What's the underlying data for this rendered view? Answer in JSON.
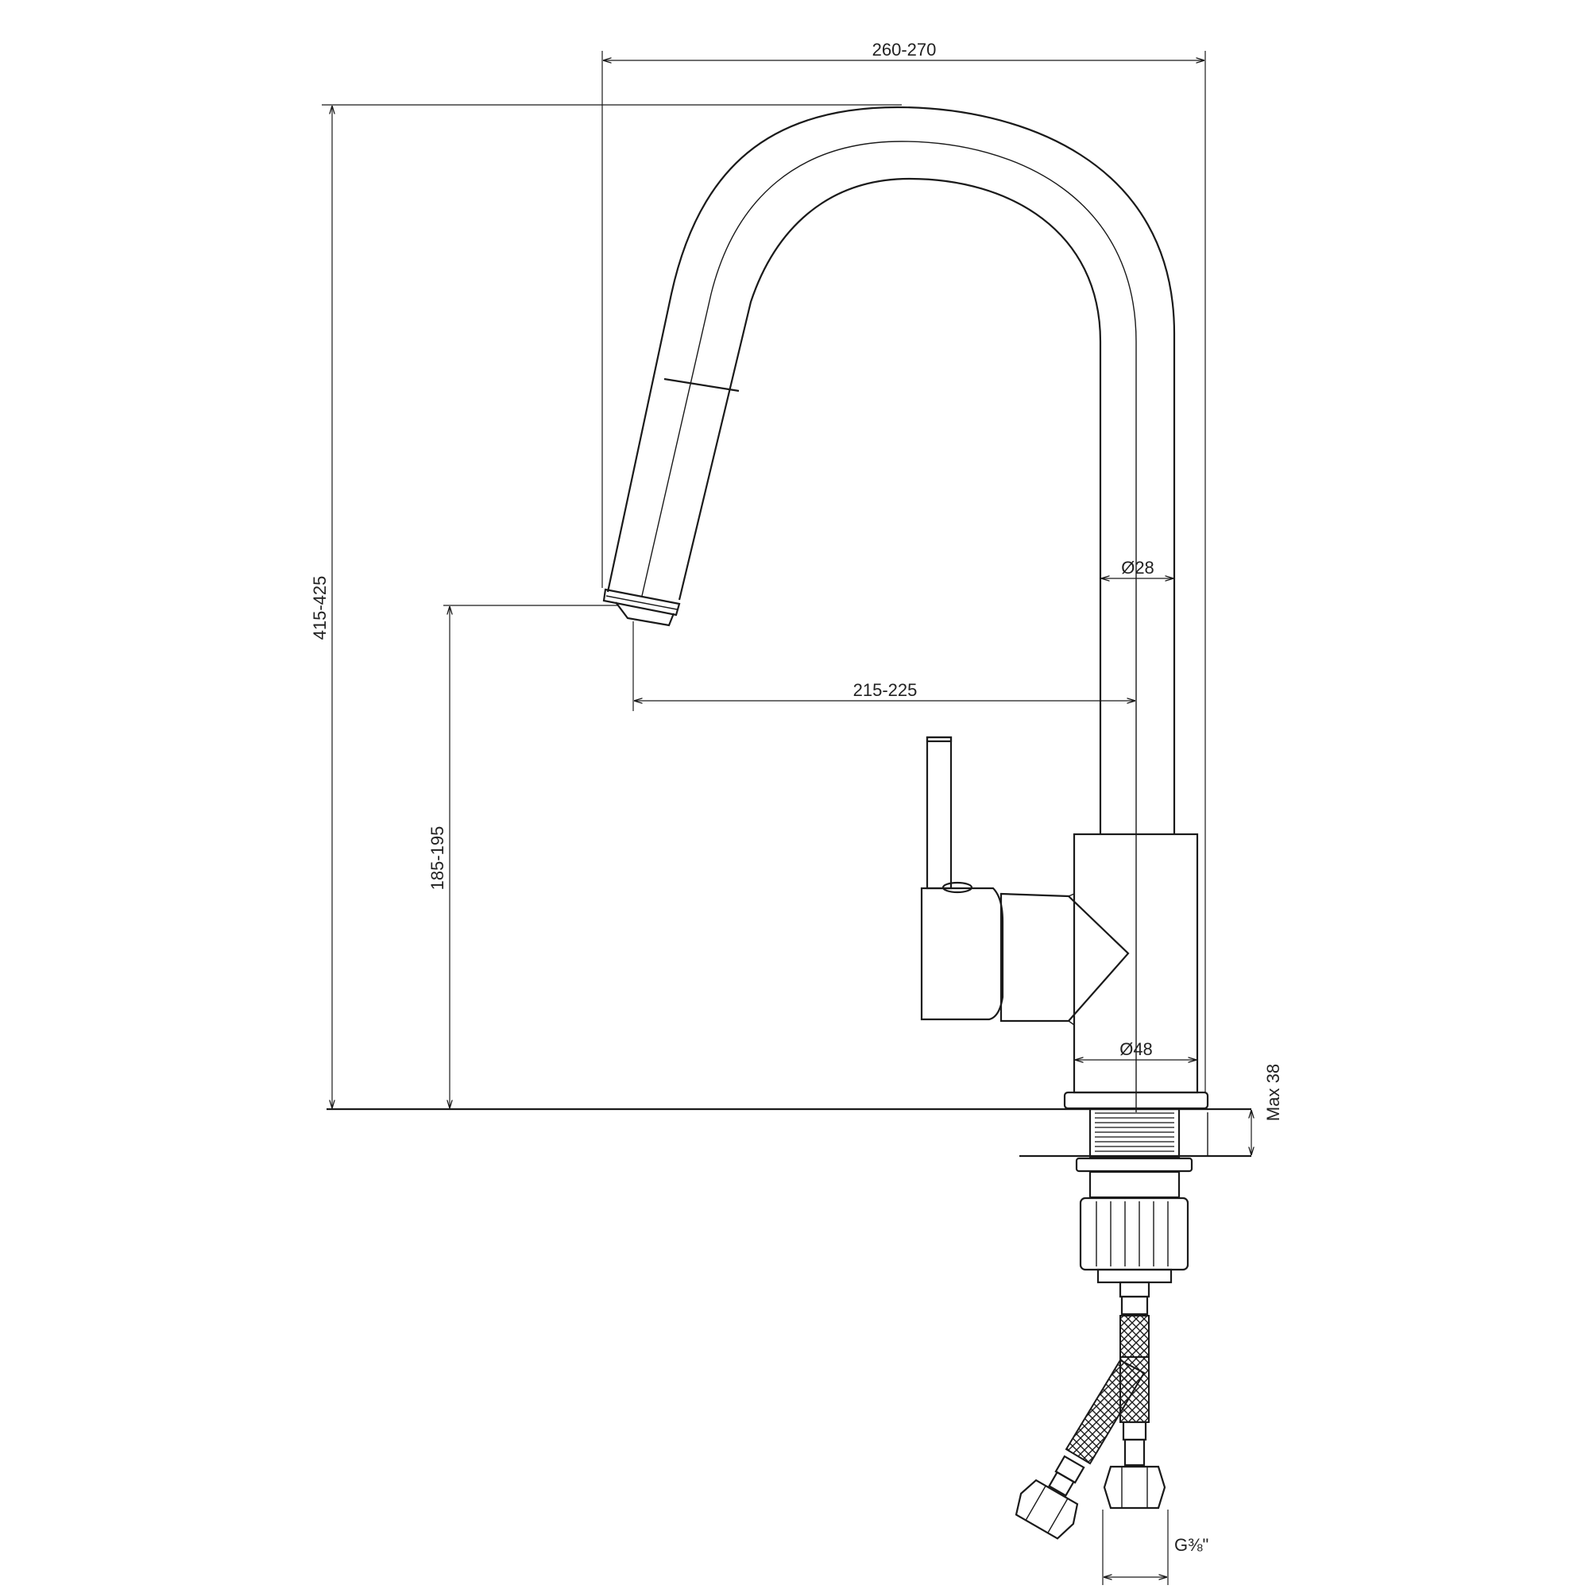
{
  "dimensions": {
    "overall_width": "260-270",
    "overall_height": "415-425",
    "spout_height": "185-195",
    "spout_reach": "215-225",
    "spout_diameter": "Ø28",
    "body_diameter": "Ø48",
    "max_thickness": "Max 38",
    "hose_connection": "G⅜\""
  }
}
